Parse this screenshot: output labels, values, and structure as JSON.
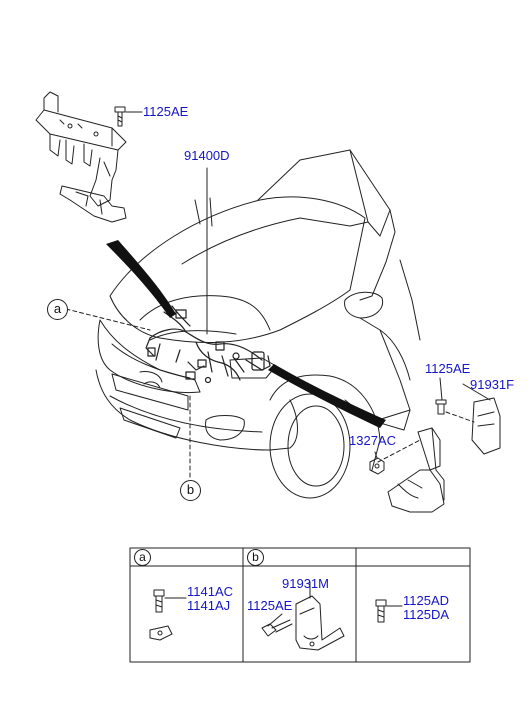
{
  "main": {
    "callouts": [
      {
        "id": "c-1125ae-top",
        "text": "1125AE"
      },
      {
        "id": "c-91400d",
        "text": "91400D"
      },
      {
        "id": "c-1125ae-right",
        "text": "1125AE"
      },
      {
        "id": "c-91931f",
        "text": "91931F"
      },
      {
        "id": "c-1327ac",
        "text": "1327AC"
      }
    ],
    "refs": [
      {
        "id": "ref-a",
        "text": "a"
      },
      {
        "id": "ref-b",
        "text": "b"
      }
    ]
  },
  "detail_table": {
    "headers": [
      "a",
      "b",
      ""
    ],
    "cell_a": {
      "labels": [
        "1141AC",
        "1141AJ"
      ]
    },
    "cell_b": {
      "labels": [
        "91931M",
        "1125AE"
      ]
    },
    "cell_c": {
      "labels": [
        "1125AD",
        "1125DA"
      ]
    }
  },
  "colors": {
    "label": "#1515c8",
    "line": "#222222",
    "background": "#ffffff"
  }
}
